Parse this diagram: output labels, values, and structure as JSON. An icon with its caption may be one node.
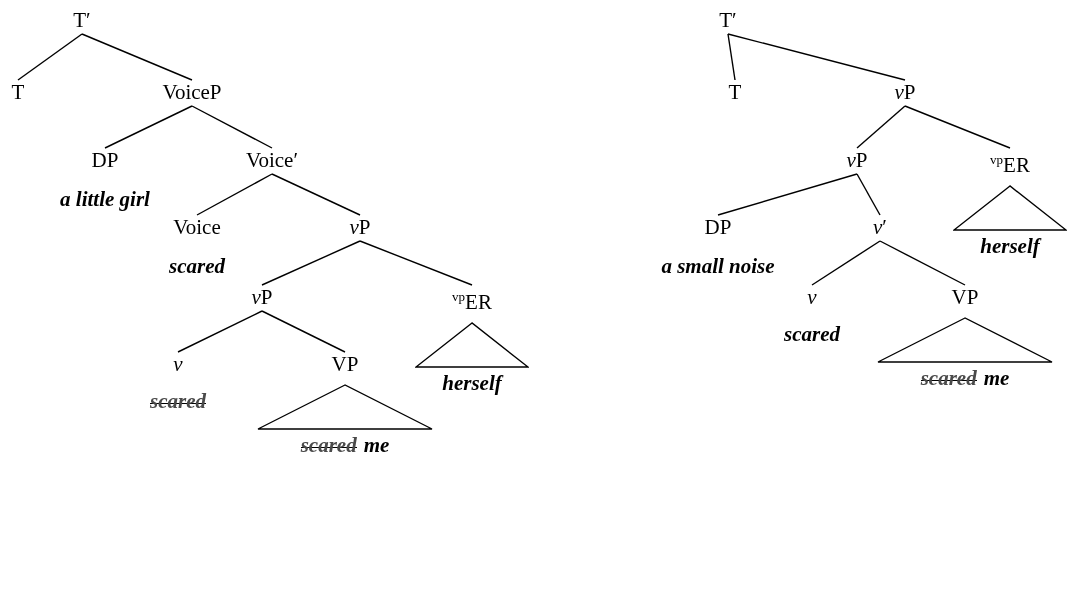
{
  "diagram": {
    "nodes": [
      {
        "text": [
          "T′"
        ]
      },
      {
        "text": [
          "T"
        ]
      },
      {
        "text": [
          "VoiceP"
        ]
      },
      {
        "text": [
          "DP",
          "a little girl"
        ]
      },
      {
        "text": [
          "Voice′"
        ]
      },
      {
        "text": [
          "Voice",
          "scared"
        ]
      },
      {
        "text": [
          "vP"
        ]
      },
      {
        "text": [
          "vP"
        ]
      },
      {
        "text": [
          "$^{vp}$ER",
          "herself"
        ]
      },
      {
        "text": [
          "v",
          "scared"
        ]
      },
      {
        "text": [
          "VP",
          "scared",
          "me"
        ]
      },
      {
        "text": [
          "T′"
        ]
      },
      {
        "text": [
          "T"
        ]
      },
      {
        "text": [
          "vP"
        ]
      },
      {
        "text": [
          "vP"
        ]
      },
      {
        "text": [
          "$^{vp}$ER",
          "herself"
        ]
      },
      {
        "text": [
          "DP",
          "a small noise"
        ]
      },
      {
        "text": [
          "v′"
        ]
      },
      {
        "text": [
          "v",
          "scared"
        ]
      },
      {
        "text": [
          "VP",
          "scared",
          "me"
        ]
      }
    ],
    "edges": [
      {
        "from": 0,
        "to": 1,
        "arrow": "none"
      },
      {
        "from": 0,
        "to": 2,
        "arrow": "none"
      },
      {
        "from": 2,
        "to": 3,
        "arrow": "none"
      },
      {
        "from": 2,
        "to": 4,
        "arrow": "none"
      },
      {
        "from": 4,
        "to": 5,
        "arrow": "none"
      },
      {
        "from": 4,
        "to": 6,
        "arrow": "none"
      },
      {
        "from": 6,
        "to": 7,
        "arrow": "none"
      },
      {
        "from": 6,
        "to": 8,
        "arrow": "none"
      },
      {
        "from": 7,
        "to": 9,
        "arrow": "none"
      },
      {
        "from": 7,
        "to": 10,
        "arrow": "none"
      },
      {
        "from": 11,
        "to": 12,
        "arrow": "none"
      },
      {
        "from": 11,
        "to": 13,
        "arrow": "none"
      },
      {
        "from": 13,
        "to": 14,
        "arrow": "none"
      },
      {
        "from": 13,
        "to": 15,
        "arrow": "none"
      },
      {
        "from": 14,
        "to": 16,
        "arrow": "none"
      },
      {
        "from": 14,
        "to": 17,
        "arrow": "none"
      },
      {
        "from": 17,
        "to": 18,
        "arrow": "none"
      },
      {
        "from": 17,
        "to": 19,
        "arrow": "none"
      }
    ]
  }
}
